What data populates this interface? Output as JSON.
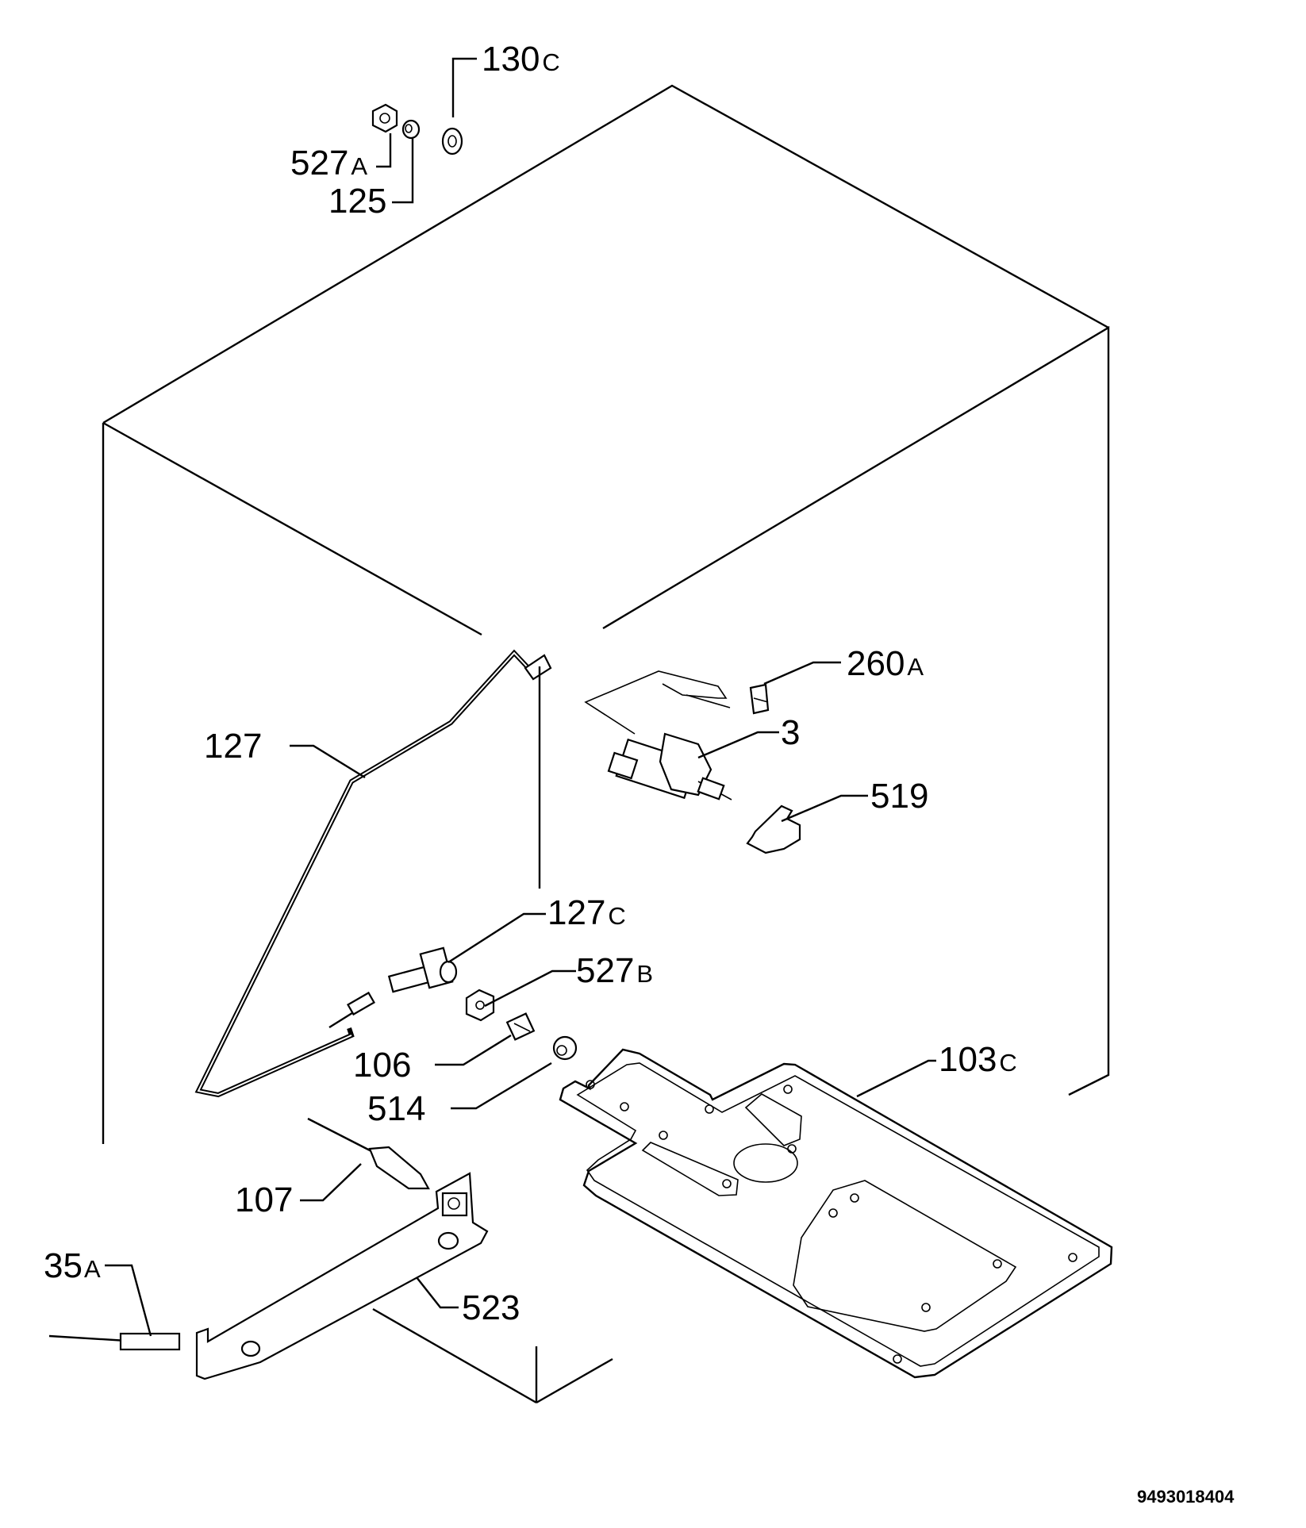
{
  "labels": {
    "l130c": {
      "num": "130",
      "suf": "C"
    },
    "l527a": {
      "num": "527",
      "suf": "A"
    },
    "l125": {
      "num": "125",
      "suf": ""
    },
    "l260a": {
      "num": "260",
      "suf": "A"
    },
    "l3": {
      "num": "3",
      "suf": ""
    },
    "l127": {
      "num": "127",
      "suf": ""
    },
    "l519": {
      "num": "519",
      "suf": ""
    },
    "l127c": {
      "num": "127",
      "suf": "C"
    },
    "l527b": {
      "num": "527",
      "suf": "B"
    },
    "l106": {
      "num": "106",
      "suf": ""
    },
    "l514": {
      "num": "514",
      "suf": ""
    },
    "l103c": {
      "num": "103",
      "suf": "C"
    },
    "l107": {
      "num": "107",
      "suf": ""
    },
    "l35a": {
      "num": "35",
      "suf": "A"
    },
    "l523": {
      "num": "523",
      "suf": ""
    }
  },
  "document_number": "9493018404"
}
